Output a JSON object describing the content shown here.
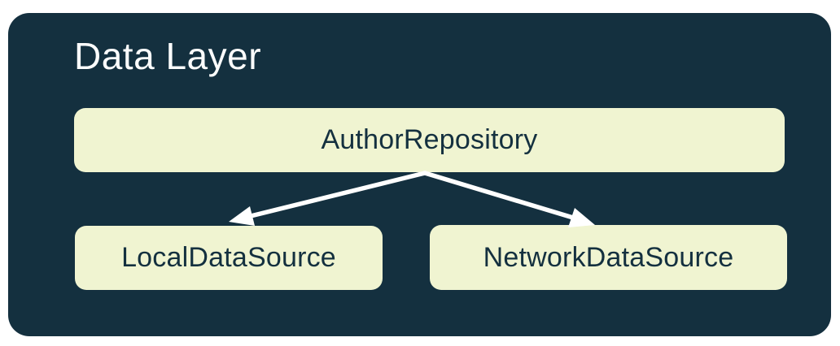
{
  "diagram": {
    "title": "Data Layer",
    "nodes": [
      {
        "id": "author-repository",
        "label": "AuthorRepository"
      },
      {
        "id": "local-data-source",
        "label": "LocalDataSource"
      },
      {
        "id": "network-data-source",
        "label": "NetworkDataSource"
      }
    ],
    "edges": [
      {
        "from": "AuthorRepository",
        "to": "LocalDataSource"
      },
      {
        "from": "AuthorRepository",
        "to": "NetworkDataSource"
      }
    ],
    "colors": {
      "page_background": "#FFFFFF",
      "container_background": "#14303F",
      "node_background": "#F0F4D1",
      "node_text": "#14303F",
      "title_text": "#FBFCFC",
      "arrow": "#FFFFFF"
    }
  }
}
